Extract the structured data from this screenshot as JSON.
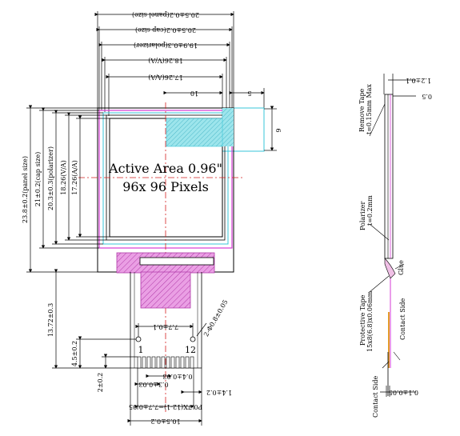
{
  "front": {
    "active_area_title": "Active Area 0.96\"",
    "pixels": "96x 96 Pixels",
    "pin_first": "1",
    "pin_last": "12",
    "top_dims": [
      "20.5±0.2(panel size)",
      "20.5±0.2(cap size)",
      "19.9±0.3(polarizer)",
      "18.26(V/A)",
      "17.26(A/A)"
    ],
    "dim_10": "10",
    "dim_5": "5",
    "dim_6": "6",
    "left_dims": [
      "23.8±0.2(panel size)",
      "21±0.2(cap size)",
      "20.3±0.3(polarizer)",
      "18.26(V/A)",
      "17.26(A/A)"
    ],
    "dim_13_72": "13.72±0.3",
    "dim_4_5": "4.5±0.2",
    "dim_2": "2±0.2",
    "dim_7_1": "7.7±0.1",
    "dim_hole": "2-Φ0.8±0.05",
    "dim_0_4": "0.4±0.03",
    "dim_0_3": "0.3±0.03",
    "dim_1_4": "1.4±0.2",
    "dim_pitch": "P0.7X(12-1)=7.7±0.05",
    "dim_10_5": "10.5±0.2"
  },
  "side": {
    "dim_1_2": "1.2±0.1",
    "dim_0_5": "0.5",
    "remove_tape_1": "Remove Tape",
    "remove_tape_2": "t=0.15mm Max",
    "polarizer_1": "Polarizer",
    "polarizer_2": "t=0.2mm",
    "glue": "Glue",
    "protective_tape_1": "Protective Tape",
    "protective_tape_2": "15x8(6.8)x0.06mm",
    "contact_side_a": "Contact Side",
    "contact_side_b": "Contact Side",
    "dim_0_1": "0.1±0.05"
  },
  "colors": {
    "outline": "#000000",
    "magenta": "#d63ad6",
    "cyan": "#37c6d9",
    "redline": "#d42020",
    "pink_fill": "#e59be0",
    "cyan_fill": "#8fe0e8",
    "orange": "#e39c2a"
  }
}
